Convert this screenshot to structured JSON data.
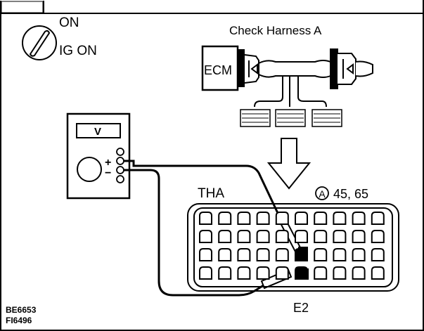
{
  "ignition": {
    "line1": "ON",
    "line2": "IG ON"
  },
  "harness": {
    "title": "Check Harness A",
    "ecm": "ECM"
  },
  "meter": {
    "unit": "V",
    "plus": "+",
    "minus": "−"
  },
  "connector": {
    "sensor": "THA",
    "circle_letter": "A",
    "pins": "45, 65",
    "ground": "E2"
  },
  "codes": {
    "line1": "BE6653",
    "line2": "FI6496"
  }
}
